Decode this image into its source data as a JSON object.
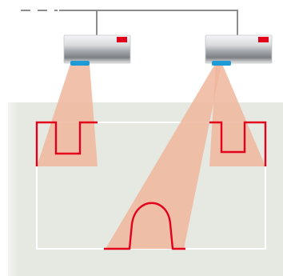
{
  "diagram": {
    "colors": {
      "room_background": "#e6e9e2",
      "wall_outline": "#ffffff",
      "signal_trace": "#e3001b",
      "detection_cone": "#f0b69c",
      "cable": "#8c8c8c",
      "sensor_body": "#d7d9db",
      "sensor_lens": "#1e9bd7",
      "sensor_badge": "#e3001b"
    },
    "sensors": [
      {
        "id": "sensor-left",
        "badge_text": ""
      },
      {
        "id": "sensor-right",
        "badge_text": ""
      }
    ],
    "cable": {
      "style_left_part": "dashed",
      "style_rest": "solid"
    },
    "detection_zones": [
      {
        "sensor": "sensor-left",
        "target": "left-wall",
        "signal_shape": "square-pulse"
      },
      {
        "sensor": "sensor-right",
        "target": "right-wall",
        "signal_shape": "square-pulse"
      },
      {
        "sensor": "sensor-right",
        "target": "floor",
        "signal_shape": "arch"
      }
    ]
  }
}
